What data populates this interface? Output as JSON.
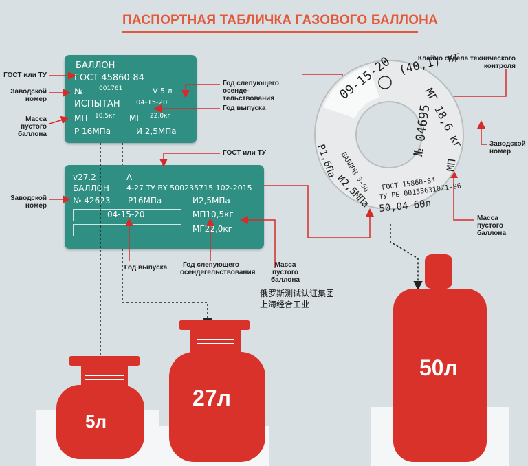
{
  "title": "ПАСПОРТНАЯ ТАБЛИЧКА ГАЗОВОГО БАЛЛОНА",
  "plate1": {
    "line1": "БАЛЛОН",
    "line2": "ГОСТ 45860-84",
    "number_prefix": "№",
    "number": "001761",
    "volume": "V 5 л",
    "tested": "ИСПЫТАН",
    "tested_date": "04-15-20",
    "mp_label": "МП",
    "mp_value": "10,5кг",
    "mg_label": "МГ",
    "mg_value": "22,0кг",
    "pressure_work": "Р 16МПа",
    "pressure_test": "И 2,5МПа"
  },
  "plate2": {
    "code": "v27.2",
    "mark": "Λ",
    "line_balloon": "БАЛЛОН",
    "line_tu": "4-27 ТУ ВY 500235715 102-2015",
    "number": "№ 42623",
    "pressure_work": "Р16МПа",
    "pressure_test": "И2,5МПа",
    "date": "04-15-20",
    "mp": "МП10,5кг",
    "mg": "МГ22,0кг"
  },
  "ring": {
    "date": "09-15-20",
    "volume_mark": "(40,1) кг",
    "mg": "МГ 18,6 кг",
    "serial": "№ 04695",
    "mp": "МП",
    "gost": "ГОСТ 15860-84",
    "tu": "ТУ РБ 001536310Z1-96",
    "balloon": "БАЛЛОН 3-50",
    "pressure": "Р1,6Па",
    "ptest": "И2,5МПа",
    "volume": "50,04 60л"
  },
  "labels": {
    "gost_left": "ГОСТ или ТУ",
    "factory_number_1": "Заводской номер",
    "empty_mass_1": "Масса пустого баллона",
    "next_exam_1": "Год слепующего осенде­тельствования",
    "production_year_1": "Год выпуска",
    "gost_mid": "ГОСТ или ТУ",
    "factory_number_2": "Заводской номер",
    "production_year_2": "Год выпуска",
    "next_exam_2": "Год слепующего осендегельствования",
    "empty_mass_2": "Масса пустого баллона",
    "stamp_label": "Клейно отдела технического контроля",
    "factory_number_3": "Заводской номер",
    "empty_mass_3": "Масса пустого баллона"
  },
  "watermark": {
    "line1": "俄罗斯测试认证集团",
    "line2": "上海经合工业"
  },
  "cylinders": {
    "small": "5л",
    "medium": "27л",
    "large": "50л"
  },
  "colors": {
    "title": "#e35a3a",
    "plate": "#2f8f82",
    "cylinder": "#d9322a",
    "arrow": "#d62b2b"
  }
}
